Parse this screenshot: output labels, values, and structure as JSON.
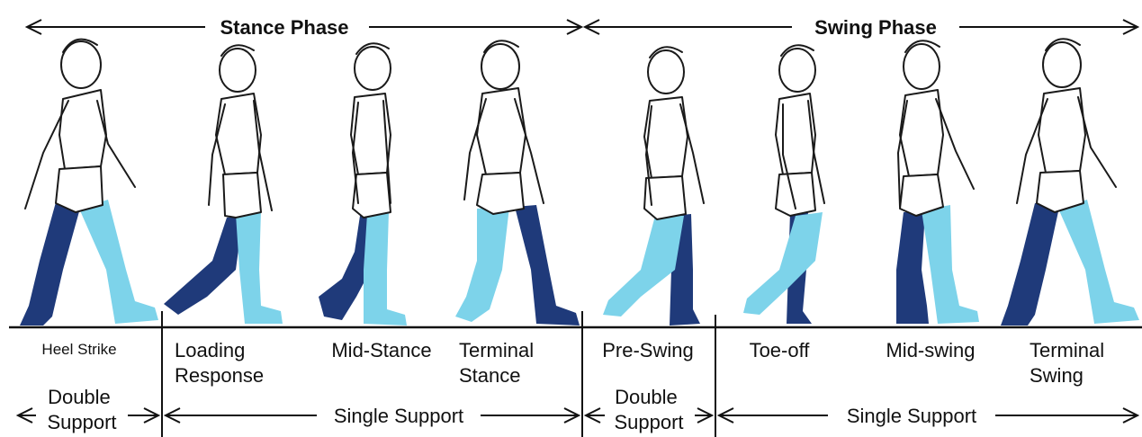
{
  "phases": {
    "stance": "Stance Phase",
    "swing": "Swing Phase"
  },
  "events": {
    "heel_strike": "Heel Strike",
    "loading_response": [
      "Loading",
      "Response"
    ],
    "mid_stance": "Mid-Stance",
    "terminal_stance": [
      "Terminal",
      "Stance"
    ],
    "pre_swing": "Pre-Swing",
    "toe_off": "Toe-off",
    "mid_swing": "Mid-swing",
    "terminal_swing": [
      "Terminal",
      "Swing"
    ]
  },
  "supports": {
    "double_1": [
      "Double",
      "Support"
    ],
    "single_1": "Single Support",
    "double_2": [
      "Double",
      "Support"
    ],
    "single_2": "Single Support"
  },
  "colors": {
    "right_leg": "#1f3a7a",
    "left_leg": "#7dd3ea",
    "outline": "#1a1a1a"
  },
  "icons": {
    "arrow": "double-headed-arrow-icon",
    "walker": "walking-figure-icon"
  }
}
